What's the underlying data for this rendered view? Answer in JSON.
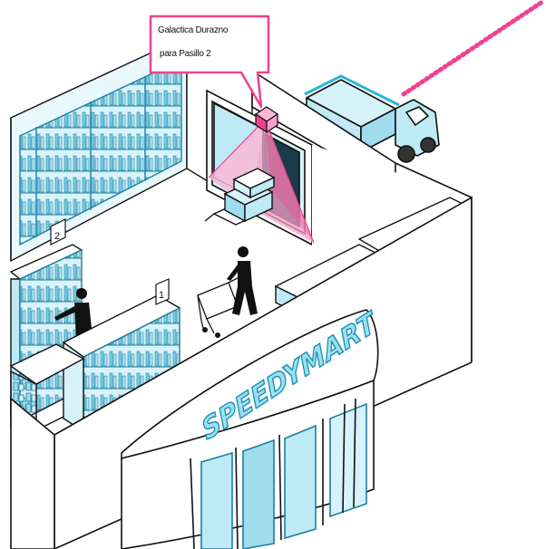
{
  "callout": {
    "line1": "Galactica Durazno",
    "line2": "para Pasillo 2"
  },
  "store": {
    "name": "SPEEDYMART"
  },
  "aisle_markers": {
    "left": "2",
    "right": "1"
  },
  "colors": {
    "outline": "#111111",
    "shelf_cyan": "#29b6d8",
    "shelf_light": "#bfeaf5",
    "beam_pink": "#f0418f",
    "beam_light": "#f9b8d6",
    "sign_outline": "#1a8fb5",
    "sign_fill": "#9be0f0"
  }
}
